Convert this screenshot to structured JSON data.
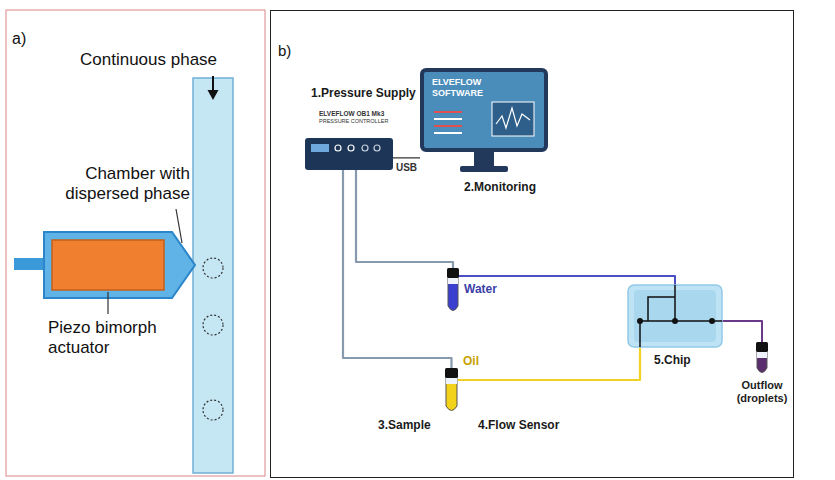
{
  "diagram": {
    "nodes": [
      {
        "text": [
          "1.Pressure Supply",
          "ELVEFLOW OB1 Mk3",
          "PRESSURE CONTROLLER"
        ]
      },
      {
        "text": [
          "ELVEFLOW SOFTWARE",
          "2.Monitoring"
        ]
      },
      {
        "text": [
          "Water"
        ]
      },
      {
        "text": [
          "Oil"
        ]
      },
      {
        "text": [
          "5.Chip"
        ]
      },
      {
        "text": [
          "Outflow (droplets)"
        ]
      }
    ],
    "edges": [
      {
        "from": 0,
        "to": 1,
        "label": "USB",
        "arrow": "none"
      },
      {
        "from": 0,
        "to": 2,
        "arrow": "none"
      },
      {
        "from": 0,
        "to": 3,
        "arrow": "none"
      },
      {
        "from": 2,
        "to": 4,
        "arrow": "none"
      },
      {
        "from": 3,
        "to": 4,
        "arrow": "none"
      },
      {
        "from": 4,
        "to": 5,
        "arrow": "none"
      }
    ],
    "labels": [
      "a)",
      "Continuous phase",
      "Chamber with dispersed phase",
      "Piezo bimorph actuator",
      "b)",
      "3.Sample",
      "4.Flow Sensor"
    ]
  }
}
